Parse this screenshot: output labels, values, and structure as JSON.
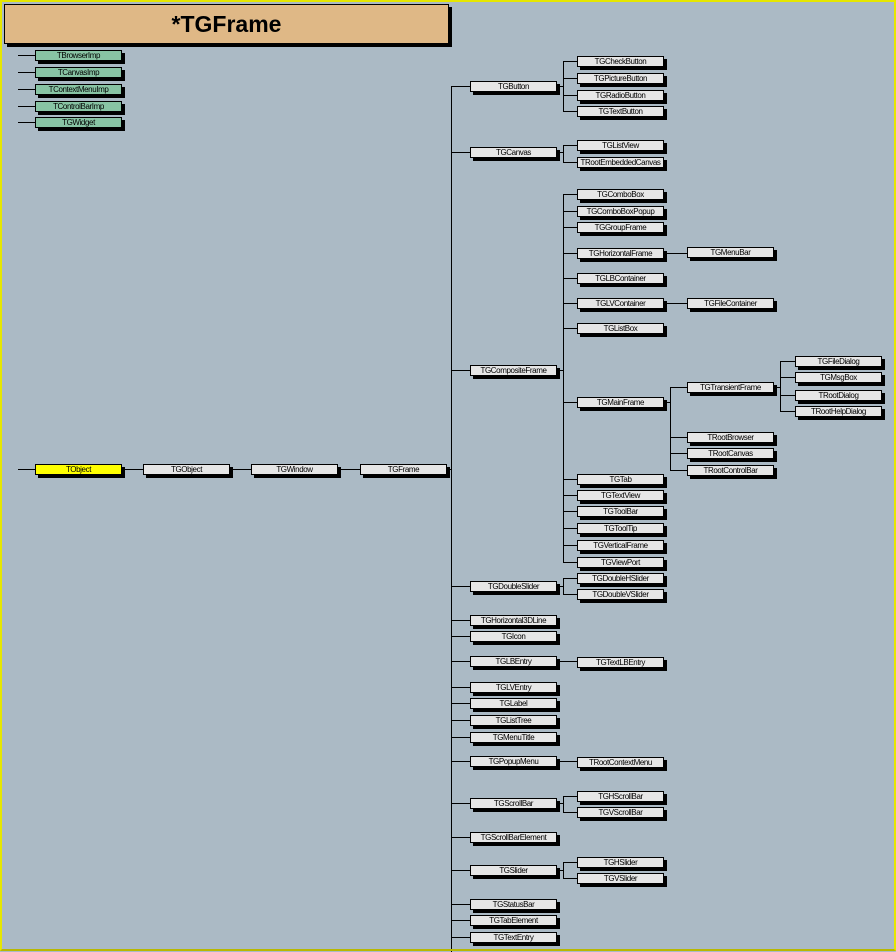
{
  "title": "*TGFrame",
  "colors": {
    "background": "#abbac5",
    "title": "#dfb886",
    "side": "#88c4a4",
    "root": "#ffff00",
    "box": "#e6e6e6"
  },
  "side_classes": [
    "TBrowserImp",
    "TCanvasImp",
    "TContextMenuImp",
    "TControlBarImp",
    "TGWidget"
  ],
  "tree": {
    "label": "TObject",
    "children": [
      {
        "label": "TGObject",
        "children": [
          {
            "label": "TGWindow",
            "children": [
              {
                "label": "TGFrame",
                "children": [
                  {
                    "label": "TGButton",
                    "children": [
                      {
                        "label": "TGCheckButton"
                      },
                      {
                        "label": "TGPictureButton"
                      },
                      {
                        "label": "TGRadioButton"
                      },
                      {
                        "label": "TGTextButton"
                      }
                    ]
                  },
                  {
                    "label": "TGCanvas",
                    "children": [
                      {
                        "label": "TGListView"
                      },
                      {
                        "label": "TRootEmbeddedCanvas"
                      }
                    ]
                  },
                  {
                    "label": "TGCompositeFrame",
                    "children": [
                      {
                        "label": "TGComboBox"
                      },
                      {
                        "label": "TGComboBoxPopup"
                      },
                      {
                        "label": "TGGroupFrame"
                      },
                      {
                        "label": "TGHorizontalFrame",
                        "children": [
                          {
                            "label": "TGMenuBar"
                          }
                        ]
                      },
                      {
                        "label": "TGLBContainer"
                      },
                      {
                        "label": "TGLVContainer",
                        "children": [
                          {
                            "label": "TGFileContainer"
                          }
                        ]
                      },
                      {
                        "label": "TGListBox"
                      },
                      {
                        "label": "TGMainFrame",
                        "children": [
                          {
                            "label": "TGTransientFrame",
                            "children": [
                              {
                                "label": "TGFileDialog"
                              },
                              {
                                "label": "TGMsgBox"
                              },
                              {
                                "label": "TRootDialog"
                              },
                              {
                                "label": "TRootHelpDialog"
                              }
                            ]
                          },
                          {
                            "label": "TRootBrowser"
                          },
                          {
                            "label": "TRootCanvas"
                          },
                          {
                            "label": "TRootControlBar"
                          }
                        ]
                      },
                      {
                        "label": "TGTab"
                      },
                      {
                        "label": "TGTextView"
                      },
                      {
                        "label": "TGToolBar"
                      },
                      {
                        "label": "TGToolTip"
                      },
                      {
                        "label": "TGVerticalFrame"
                      },
                      {
                        "label": "TGViewPort"
                      }
                    ]
                  },
                  {
                    "label": "TGDoubleSlider",
                    "children": [
                      {
                        "label": "TGDoubleHSlider"
                      },
                      {
                        "label": "TGDoubleVSlider"
                      }
                    ]
                  },
                  {
                    "label": "TGHorizontal3DLine"
                  },
                  {
                    "label": "TGIcon"
                  },
                  {
                    "label": "TGLBEntry",
                    "children": [
                      {
                        "label": "TGTextLBEntry"
                      }
                    ]
                  },
                  {
                    "label": "TGLVEntry"
                  },
                  {
                    "label": "TGLabel"
                  },
                  {
                    "label": "TGListTree"
                  },
                  {
                    "label": "TGMenuTitle"
                  },
                  {
                    "label": "TGPopupMenu",
                    "children": [
                      {
                        "label": "TRootContextMenu"
                      }
                    ]
                  },
                  {
                    "label": "TGScrollBar",
                    "children": [
                      {
                        "label": "TGHScrollBar"
                      },
                      {
                        "label": "TGVScrollBar"
                      }
                    ]
                  },
                  {
                    "label": "TGScrollBarElement"
                  },
                  {
                    "label": "TGSlider",
                    "children": [
                      {
                        "label": "TGHSlider"
                      },
                      {
                        "label": "TGVSlider"
                      }
                    ]
                  },
                  {
                    "label": "TGStatusBar"
                  },
                  {
                    "label": "TGTabElement"
                  },
                  {
                    "label": "TGTextEntry"
                  }
                ]
              }
            ]
          }
        ]
      }
    ]
  }
}
